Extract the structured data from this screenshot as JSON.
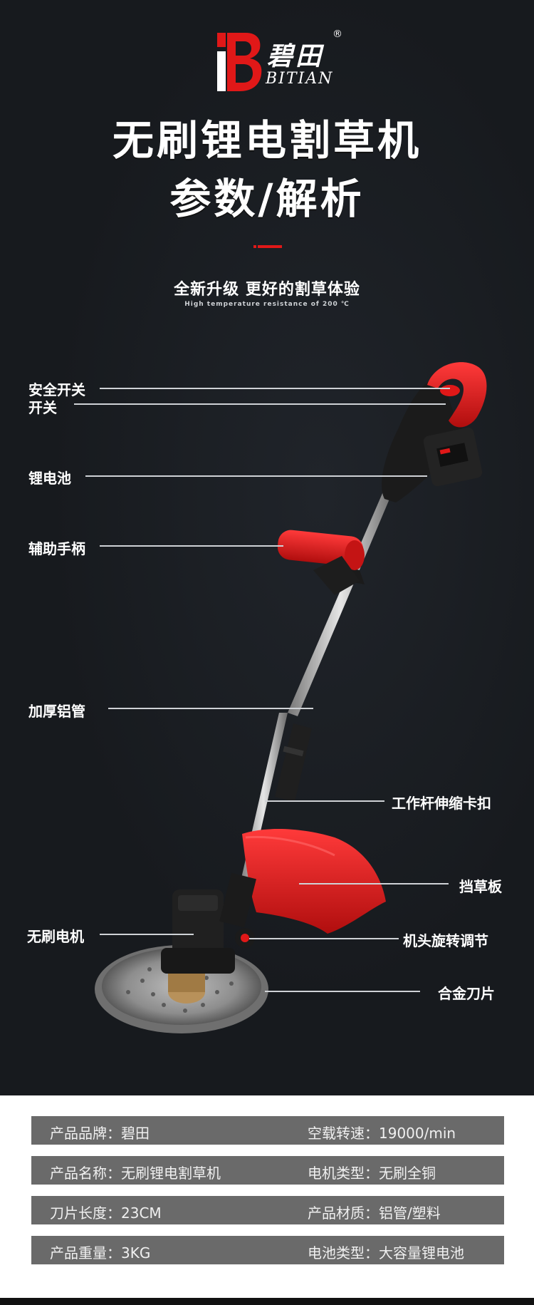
{
  "brand": {
    "logo_cn": "碧田",
    "logo_en": "BITIAN",
    "registered": "®"
  },
  "hero": {
    "title_line1": "无刷锂电割草机",
    "title_line2": "参数/解析",
    "subtitle": "全新升级 更好的割草体验",
    "subtitle_en": "High temperature resistance of 200 ℃"
  },
  "callouts": {
    "safety_switch": "安全开关",
    "switch": "开关",
    "battery": "锂电池",
    "aux_handle": "辅助手柄",
    "tube": "加厚铝管",
    "telescopic_clip": "工作杆伸缩卡扣",
    "guard": "挡草板",
    "motor": "无刷电机",
    "head_rotate": "机头旋转调节",
    "blade": "合金刀片"
  },
  "specs": [
    {
      "left": "产品品牌：碧田",
      "right": "空载转速：19000/min"
    },
    {
      "left": "产品名称：无刷锂电割草机",
      "right": "电机类型：无刷全铜"
    },
    {
      "left": "刀片长度：23CM",
      "right": "产品材质：铝管/塑料"
    },
    {
      "left": "产品重量：3KG",
      "right": "电池类型：大容量锂电池"
    }
  ],
  "colors": {
    "accent_red": "#e01818",
    "background_dark": "#171a1e",
    "spec_row_gray": "#6a6a6a"
  }
}
